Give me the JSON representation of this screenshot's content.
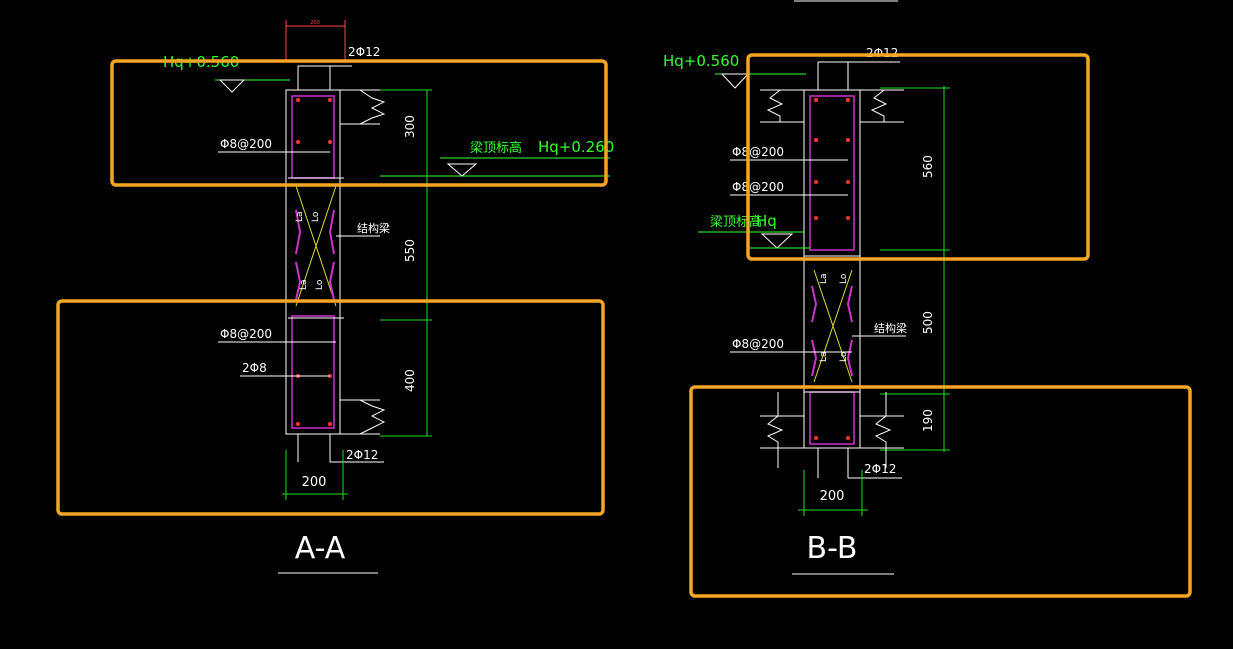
{
  "colors": {
    "background": "#000000",
    "line": "#ffffff",
    "dimension": "#22dd22",
    "elevation": "#33ff33",
    "stirrup": "#cc33cc",
    "rebar_dot": "#ff3333",
    "highlight": "#f5a623",
    "cross": "#dddd33",
    "top_dim": "#ff4444"
  },
  "section_a": {
    "title": "A-A",
    "top_elev": "Hq+0.560",
    "beam_top_label": "梁顶标高",
    "beam_top_elev": "Hq+0.260",
    "top_bar": "2Φ12",
    "bottom_bar": "2Φ12",
    "stirrup_top": "Φ8@200",
    "stirrup_bottom": "Φ8@200",
    "mid_bar": "2Φ8",
    "structural_beam": "结构梁",
    "dim_top": "300",
    "dim_mid": "550",
    "dim_bot": "400",
    "width": "200",
    "lap_la": "La",
    "lap_lo": "Lo",
    "tiny_top": "200"
  },
  "section_b": {
    "title": "B-B",
    "top_elev": "Hq+0.560",
    "beam_top_label": "梁顶标高",
    "beam_top_elev": "Hq",
    "top_bar": "2Φ12",
    "bottom_bar": "2Φ12",
    "stirrup_1": "Φ8@200",
    "stirrup_2": "Φ8@200",
    "stirrup_3": "Φ8@200",
    "structural_beam": "结构梁",
    "dim_top": "560",
    "dim_mid": "500",
    "dim_bot": "190",
    "width": "200",
    "lap_la": "La",
    "lap_lo": "Lo"
  }
}
